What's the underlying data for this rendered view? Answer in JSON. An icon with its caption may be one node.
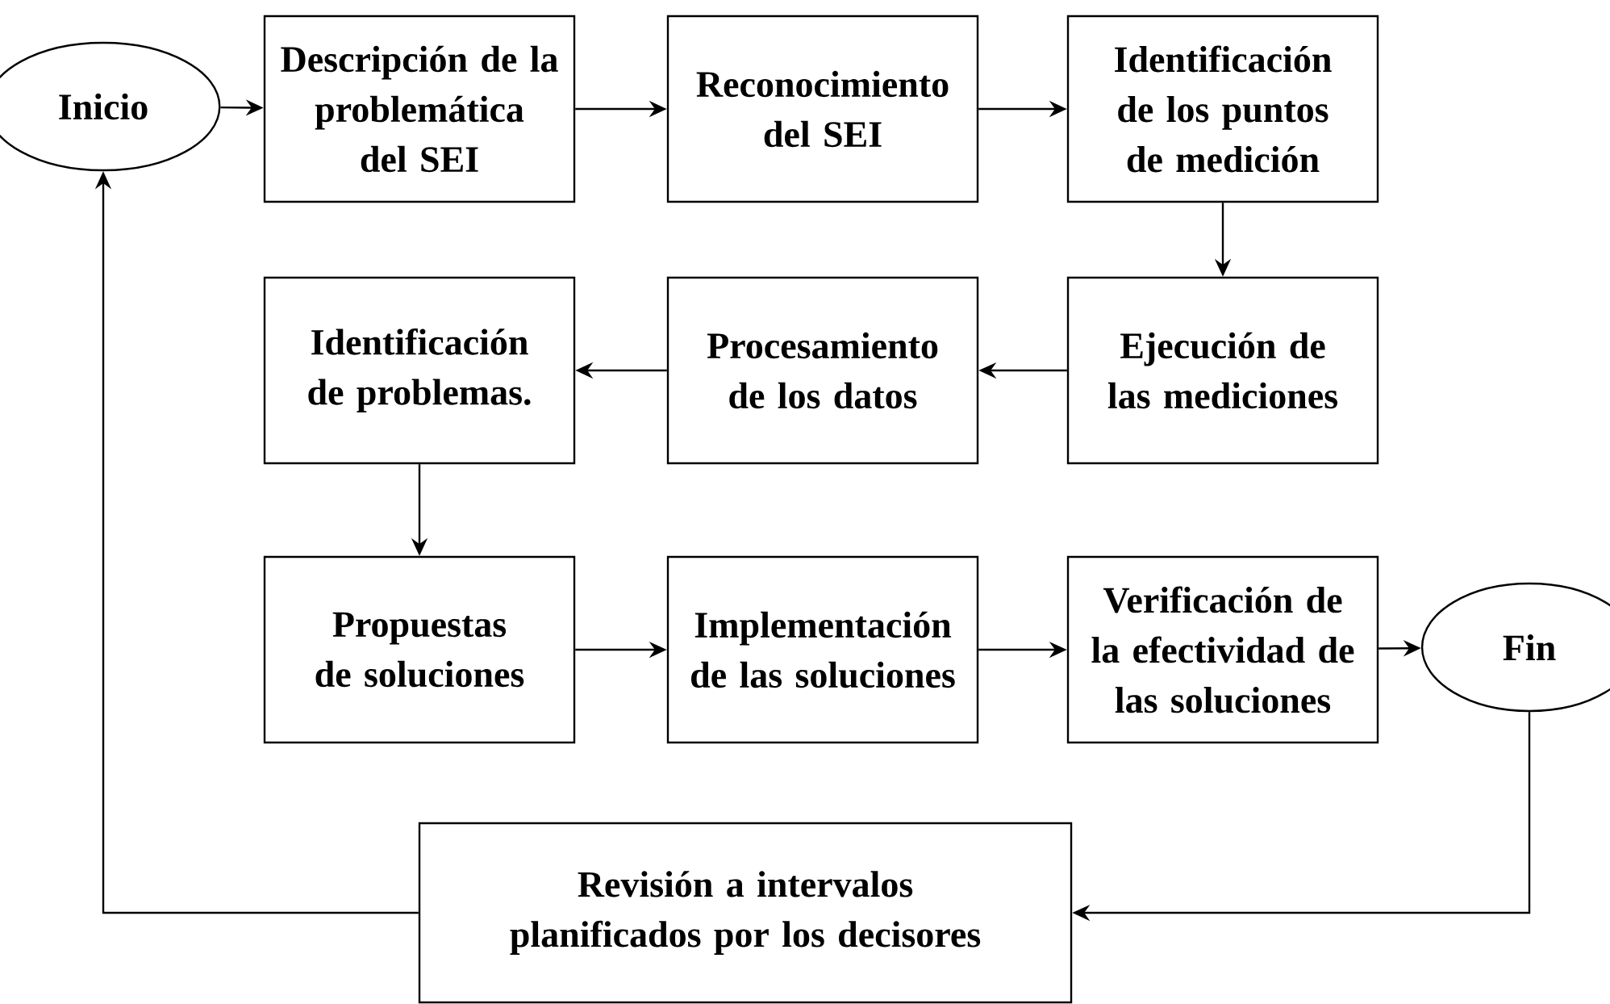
{
  "diagram": {
    "nodes": [
      {
        "text": [
          "Inicio"
        ]
      },
      {
        "text": [
          "Descripción de la problemática del SEI"
        ]
      },
      {
        "text": [
          "Reconocimiento del SEI"
        ]
      },
      {
        "text": [
          "Identificación de los puntos de medición"
        ]
      },
      {
        "text": [
          "Ejecución de las mediciones"
        ]
      },
      {
        "text": [
          "Procesamiento de los datos"
        ]
      },
      {
        "text": [
          "Identificación de problemas."
        ]
      },
      {
        "text": [
          "Propuestas de soluciones"
        ]
      },
      {
        "text": [
          "Implementación de las soluciones"
        ]
      },
      {
        "text": [
          "Verificación de la efectividad de las soluciones"
        ]
      },
      {
        "text": [
          "Fin"
        ]
      },
      {
        "text": [
          "Revisión a intervalos planificados por los decisores"
        ]
      }
    ],
    "edges": [
      {
        "from": 0,
        "to": 1,
        "arrow": "to"
      },
      {
        "from": 1,
        "to": 2,
        "arrow": "to"
      },
      {
        "from": 2,
        "to": 3,
        "arrow": "to"
      },
      {
        "from": 3,
        "to": 4,
        "arrow": "to"
      },
      {
        "from": 4,
        "to": 5,
        "arrow": "to"
      },
      {
        "from": 5,
        "to": 6,
        "arrow": "to"
      },
      {
        "from": 6,
        "to": 7,
        "arrow": "to"
      },
      {
        "from": 7,
        "to": 8,
        "arrow": "to"
      },
      {
        "from": 8,
        "to": 9,
        "arrow": "to"
      },
      {
        "from": 9,
        "to": 10,
        "arrow": "to"
      },
      {
        "from": 10,
        "to": 11,
        "arrow": "to"
      },
      {
        "from": 11,
        "to": 0,
        "arrow": "to"
      }
    ]
  }
}
